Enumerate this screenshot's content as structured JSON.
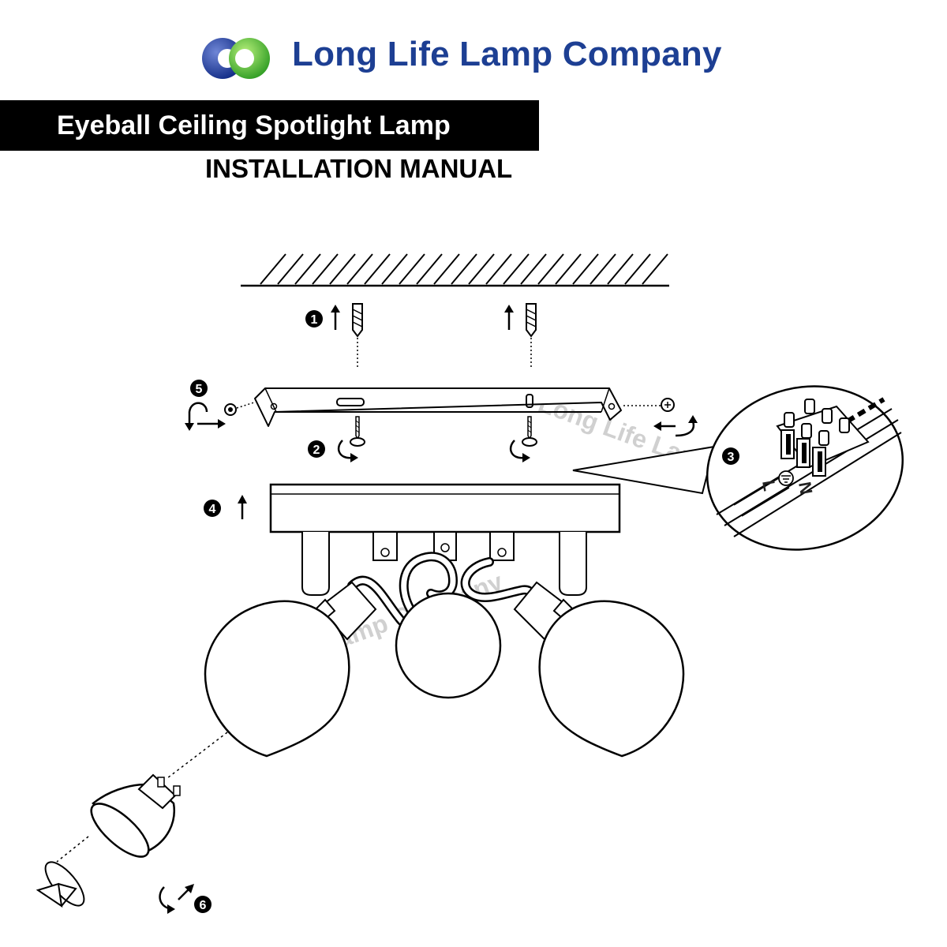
{
  "header": {
    "company_name": "Long Life Lamp Company",
    "product_title": "Eyeball Ceiling Spotlight Lamp",
    "manual_title": "INSTALLATION MANUAL"
  },
  "steps": {
    "s1": "1",
    "s2": "2",
    "s3": "3",
    "s4": "4",
    "s5": "5",
    "s6": "6"
  },
  "terminal_labels": {
    "live": "L",
    "neutral": "N"
  },
  "watermark": "Long Life Lamp Company",
  "colors": {
    "brand_blue": "#1d3f93",
    "logo_green": "#4ec23a",
    "title_bar": "#000000"
  },
  "icons": {
    "logo": "two-overlapping-circles-logo",
    "rotate": "rotate-arrow-icon",
    "up_arrow": "up-arrow-icon"
  }
}
